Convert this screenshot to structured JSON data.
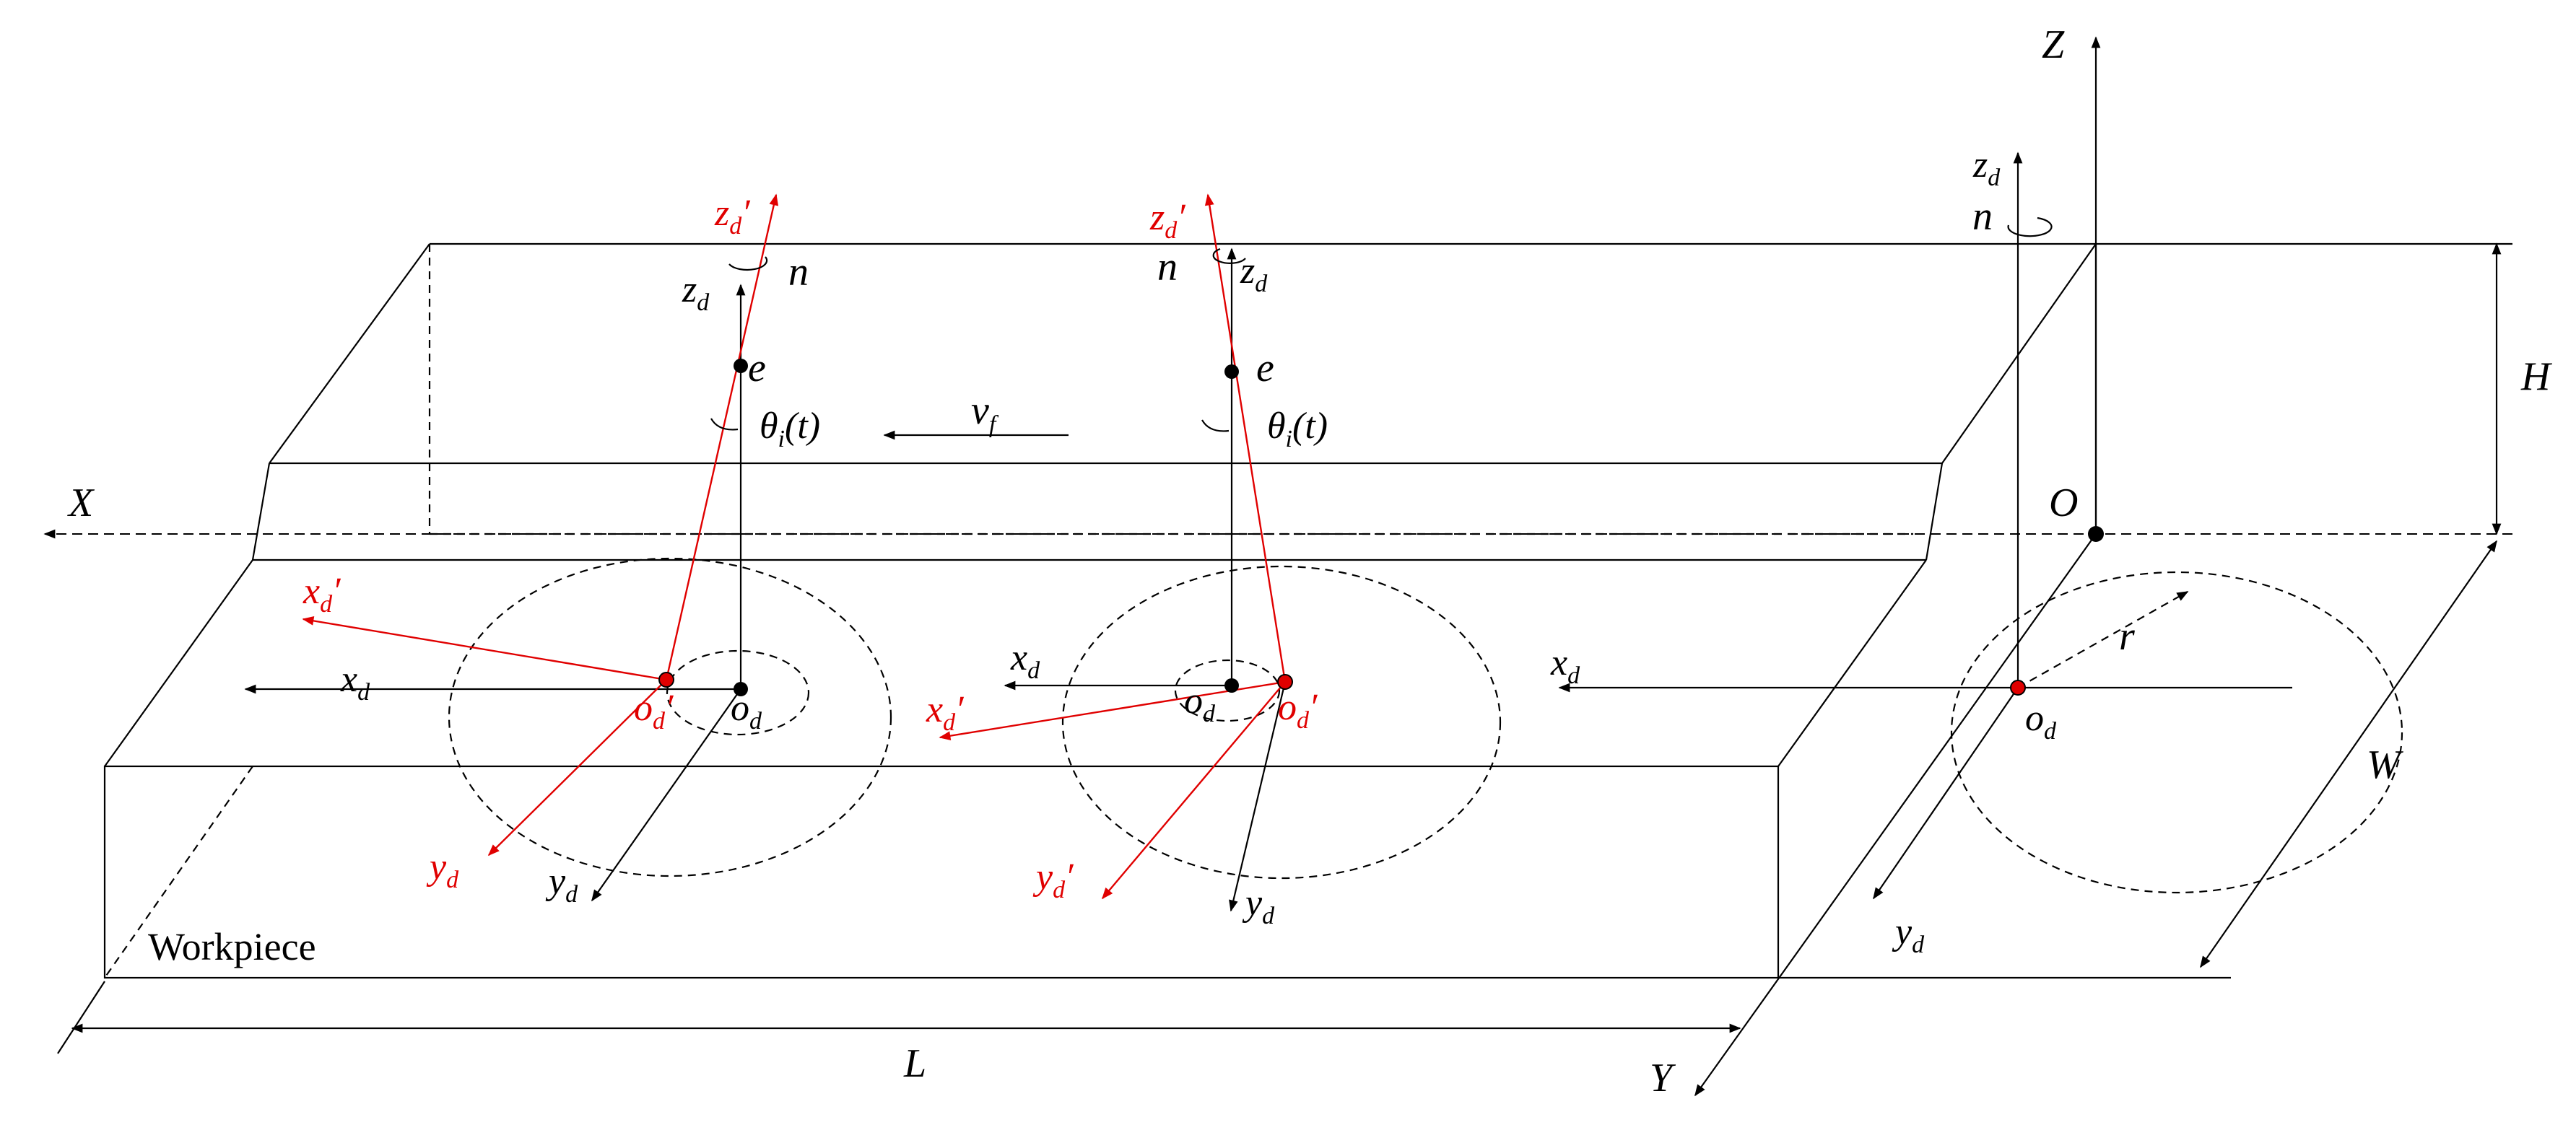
{
  "labels": {
    "Z": "Z",
    "X": "X",
    "Y": "Y",
    "O": "O",
    "H": "H",
    "W": "W",
    "L": "L",
    "r": "r",
    "workpiece": "Workpiece",
    "n": "n",
    "e": "e",
    "z": "z",
    "x": "x",
    "y": "y",
    "o": "o",
    "d": "d",
    "prime": "′",
    "theta": "θ",
    "i": "i",
    "t_arg": "(t)",
    "v": "v",
    "f": "f"
  },
  "colors": {
    "black": "#000000",
    "red": "#e00000",
    "background": "#ffffff"
  }
}
